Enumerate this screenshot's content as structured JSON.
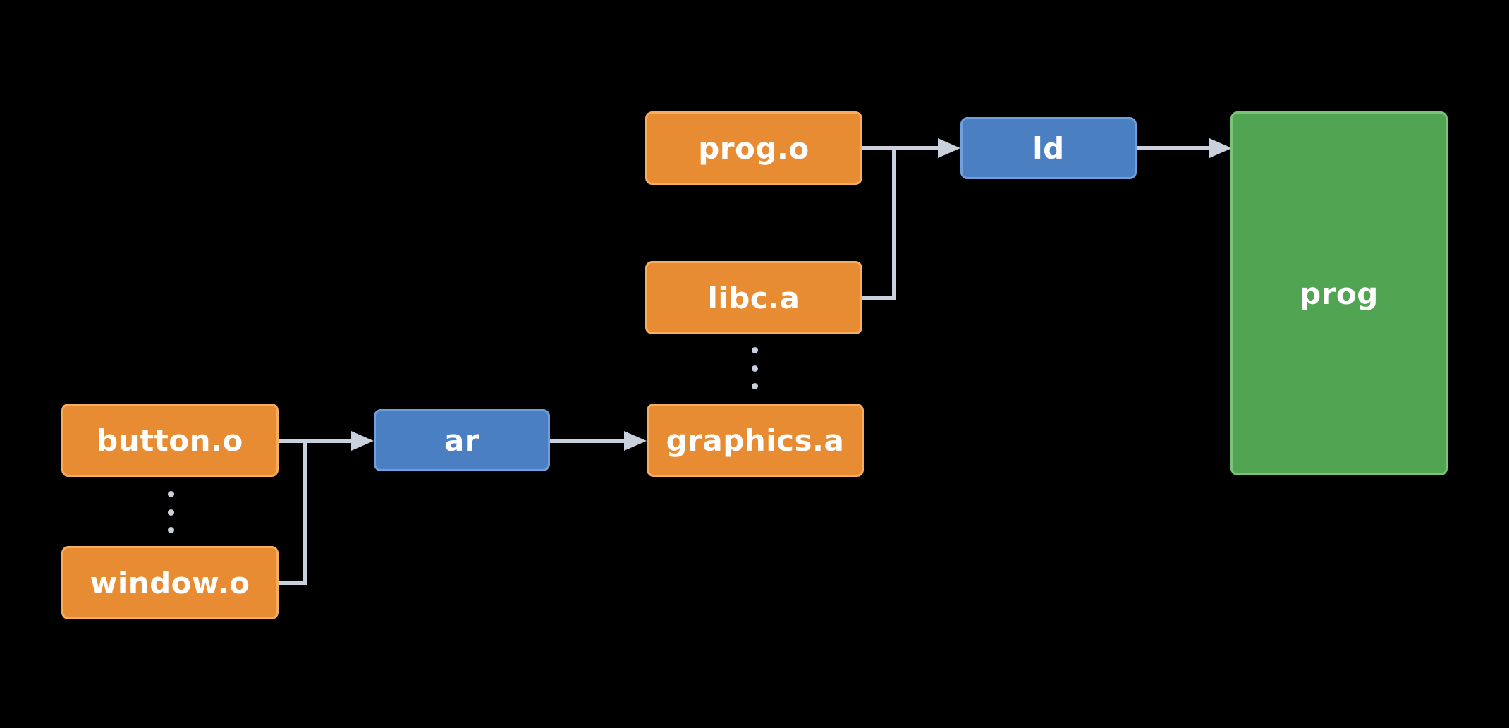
{
  "colors": {
    "background": "#000000",
    "file_node": "#e88c33",
    "tool_node": "#4a7fc2",
    "output_node": "#51a452",
    "connector": "#c9d1dc"
  },
  "nodes": {
    "button_o": "button.o",
    "window_o": "window.o",
    "ar": "ar",
    "graphics_a": "graphics.a",
    "libc_a": "libc.a",
    "prog_o": "prog.o",
    "ld": "ld",
    "prog": "prog"
  }
}
